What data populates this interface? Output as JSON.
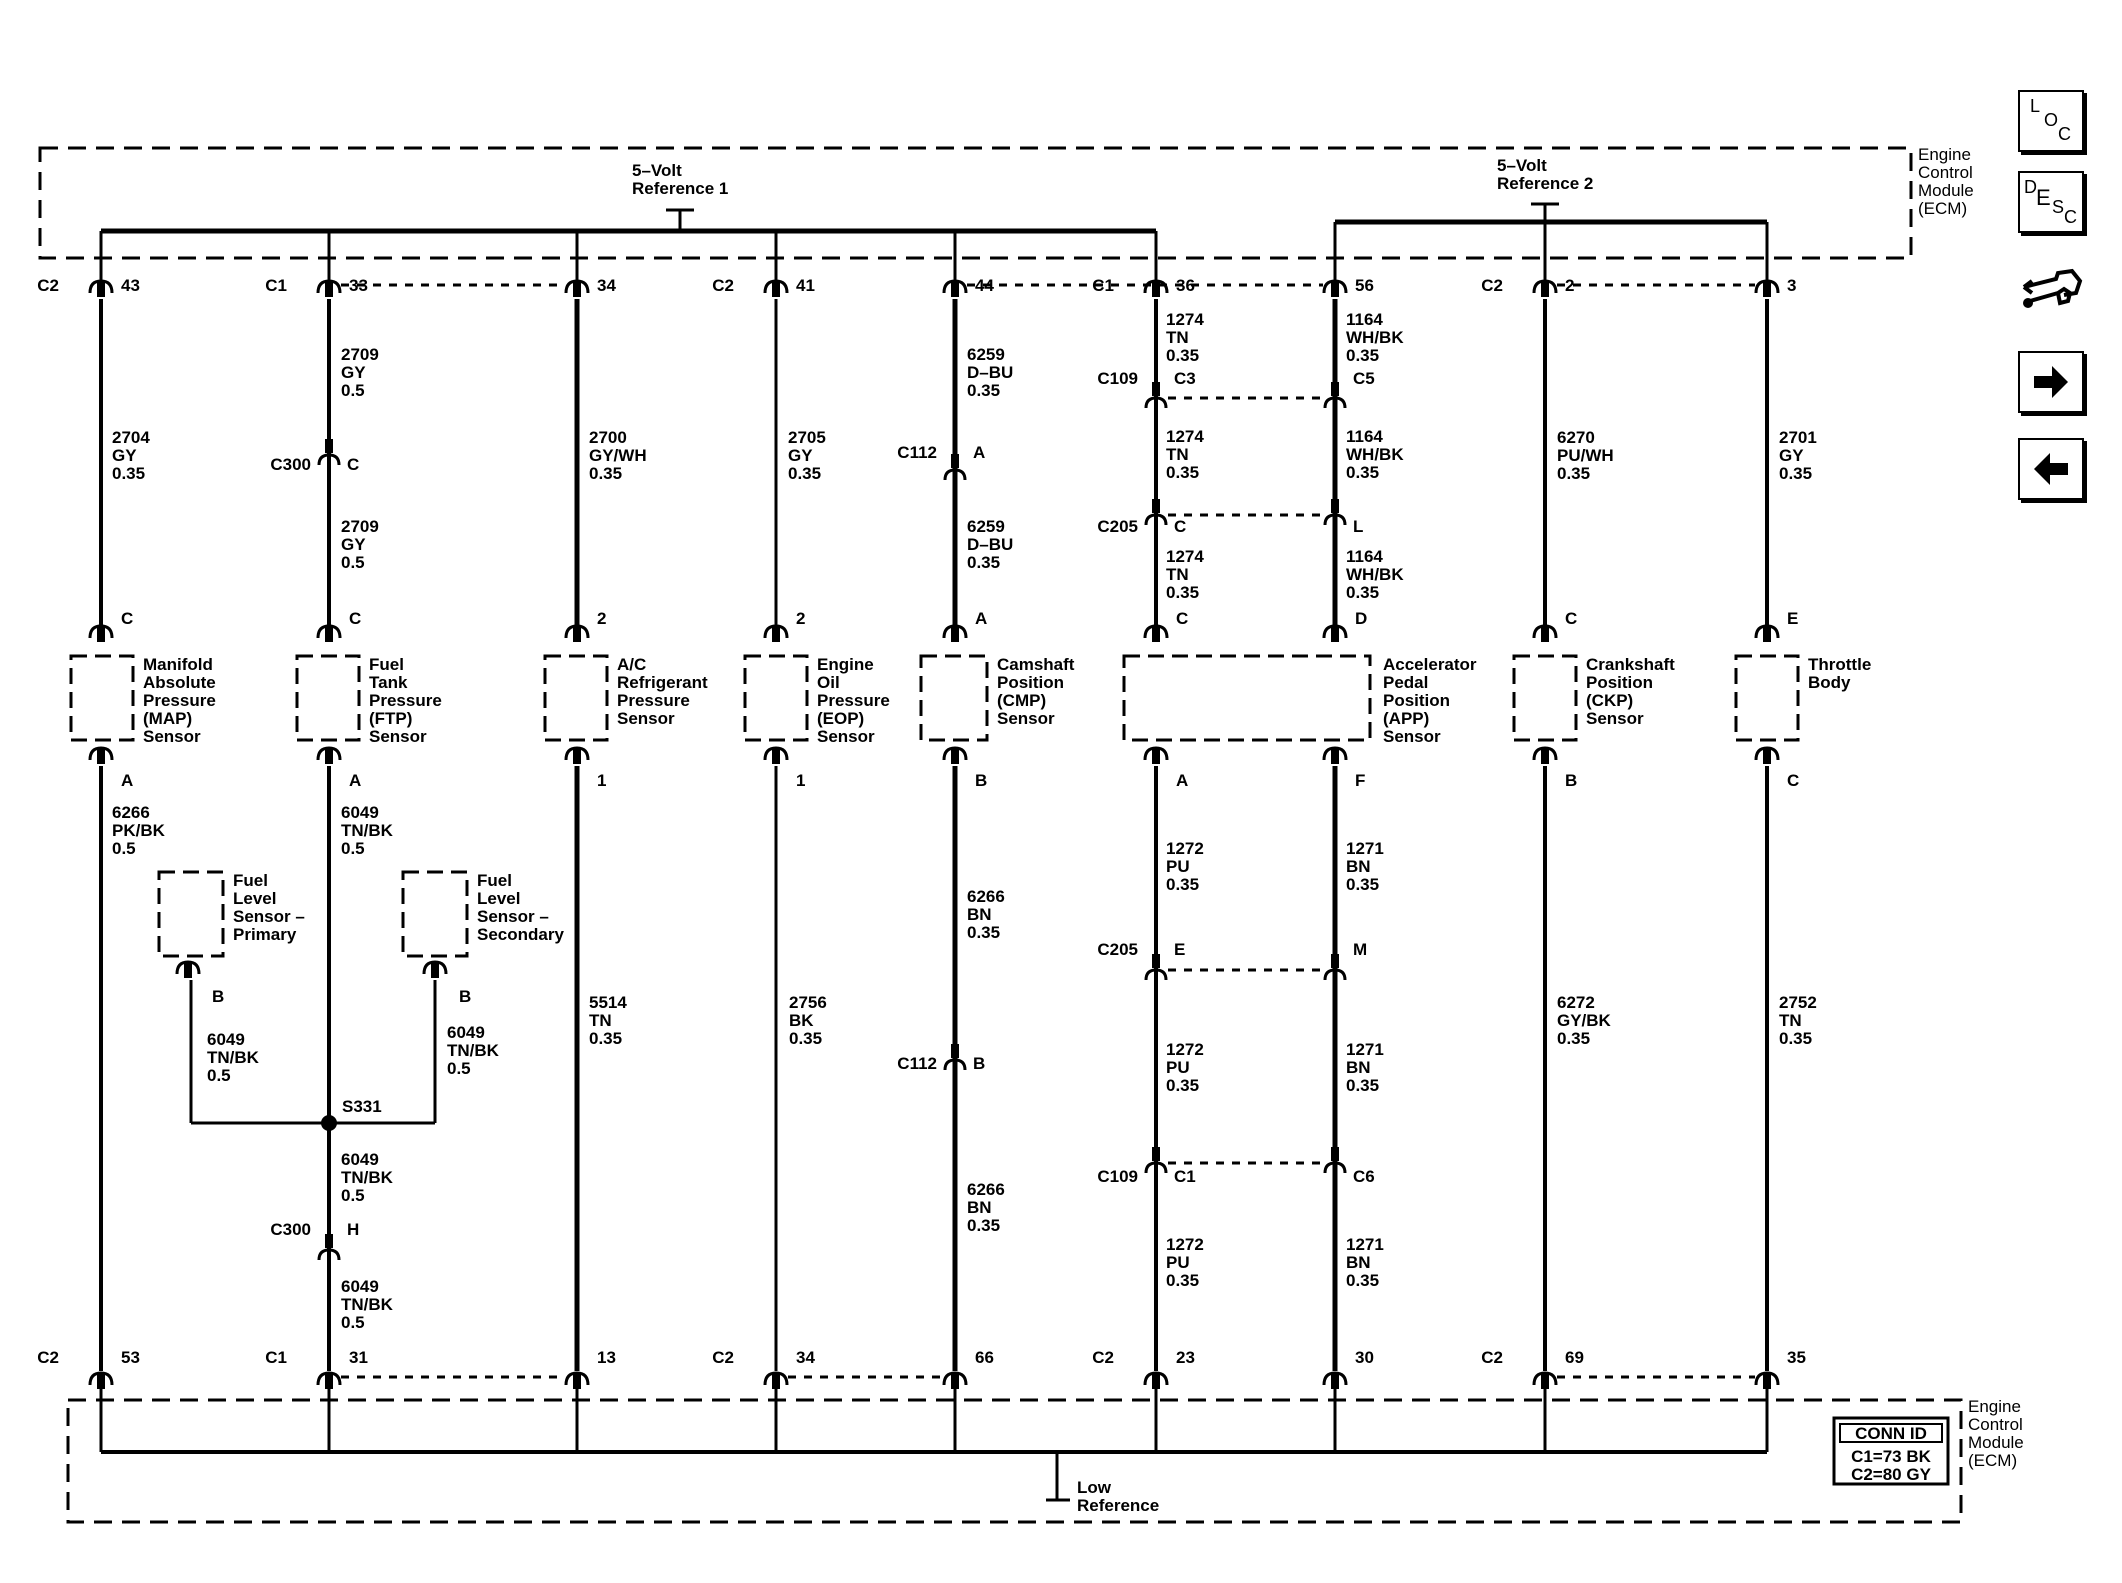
{
  "ecm_label": [
    "Engine",
    "Control",
    "Module",
    "(ECM)"
  ],
  "ref1_label": [
    "5–Volt",
    "Reference 1"
  ],
  "ref2_label": [
    "5–Volt",
    "Reference 2"
  ],
  "low_ref_label": [
    "Low",
    "Reference"
  ],
  "conn_id": {
    "title": "CONN ID",
    "c1": "C1=73 BK",
    "c2": "C2=80 GY"
  },
  "nav": {
    "loc_letters": [
      "L",
      "O",
      "C"
    ],
    "desc_letters": [
      "D",
      "E",
      "S",
      "C"
    ],
    "schematic_icon": "harness-wrench-icon",
    "next_icon": "arrow-right-icon",
    "prev_icon": "arrow-left-icon"
  },
  "top_pins": [
    {
      "conn": "C2",
      "pin": "43"
    },
    {
      "conn": "C1",
      "pin": "33"
    },
    {
      "conn": "",
      "pin": "34"
    },
    {
      "conn": "C2",
      "pin": "41"
    },
    {
      "conn": "",
      "pin": "44"
    },
    {
      "conn": "C1",
      "pin": "36"
    },
    {
      "conn": "",
      "pin": "56"
    },
    {
      "conn": "C2",
      "pin": "2"
    },
    {
      "conn": "",
      "pin": "3"
    }
  ],
  "bottom_pins": [
    {
      "conn": "C2",
      "pin": "53"
    },
    {
      "conn": "C1",
      "pin": "31"
    },
    {
      "conn": "",
      "pin": "13"
    },
    {
      "conn": "C2",
      "pin": "34"
    },
    {
      "conn": "",
      "pin": "66"
    },
    {
      "conn": "C2",
      "pin": "23"
    },
    {
      "conn": "",
      "pin": "30"
    },
    {
      "conn": "C2",
      "pin": "69"
    },
    {
      "conn": "",
      "pin": "35"
    }
  ],
  "wires": [
    [
      "2704",
      "GY",
      "0.35"
    ],
    [
      "2709",
      "GY",
      "0.5"
    ],
    [
      "2709",
      "GY",
      "0.5"
    ],
    [
      "2700",
      "GY/WH",
      "0.35"
    ],
    [
      "2705",
      "GY",
      "0.35"
    ],
    [
      "6259",
      "D–BU",
      "0.35"
    ],
    [
      "6259",
      "D–BU",
      "0.35"
    ],
    [
      "1274",
      "TN",
      "0.35"
    ],
    [
      "1274",
      "TN",
      "0.35"
    ],
    [
      "1274",
      "TN",
      "0.35"
    ],
    [
      "1164",
      "WH/BK",
      "0.35"
    ],
    [
      "1164",
      "WH/BK",
      "0.35"
    ],
    [
      "1164",
      "WH/BK",
      "0.35"
    ],
    [
      "6270",
      "PU/WH",
      "0.35"
    ],
    [
      "2701",
      "GY",
      "0.35"
    ],
    [
      "6266",
      "PK/BK",
      "0.5"
    ],
    [
      "6049",
      "TN/BK",
      "0.5"
    ],
    [
      "6049",
      "TN/BK",
      "0.5"
    ],
    [
      "6049",
      "TN/BK",
      "0.5"
    ],
    [
      "6049",
      "TN/BK",
      "0.5"
    ],
    [
      "6049",
      "TN/BK",
      "0.5"
    ],
    [
      "5514",
      "TN",
      "0.35"
    ],
    [
      "2756",
      "BK",
      "0.35"
    ],
    [
      "6266",
      "BN",
      "0.35"
    ],
    [
      "6266",
      "BN",
      "0.35"
    ],
    [
      "1272",
      "PU",
      "0.35"
    ],
    [
      "1272",
      "PU",
      "0.35"
    ],
    [
      "1272",
      "PU",
      "0.35"
    ],
    [
      "1271",
      "BN",
      "0.35"
    ],
    [
      "1271",
      "BN",
      "0.35"
    ],
    [
      "1271",
      "BN",
      "0.35"
    ],
    [
      "6272",
      "GY/BK",
      "0.35"
    ],
    [
      "2752",
      "TN",
      "0.35"
    ]
  ],
  "inline_connectors": [
    {
      "conn": "C300",
      "pin": "C"
    },
    {
      "conn": "C112",
      "pin": "A"
    },
    {
      "conn": "C109",
      "pin": "C3"
    },
    {
      "conn": "",
      "pin": "C5"
    },
    {
      "conn": "C205",
      "pin": "C"
    },
    {
      "conn": "",
      "pin": "L"
    },
    {
      "conn": "C205",
      "pin": "E"
    },
    {
      "conn": "",
      "pin": "M"
    },
    {
      "conn": "C112",
      "pin": "B"
    },
    {
      "conn": "C109",
      "pin": "C1"
    },
    {
      "conn": "",
      "pin": "C6"
    },
    {
      "conn": "C300",
      "pin": "H"
    }
  ],
  "splice": "S331",
  "sensors": [
    {
      "name": [
        "Manifold",
        "Absolute",
        "Pressure",
        "(MAP)",
        "Sensor"
      ],
      "pin_top": "C",
      "pin_bottom": "A"
    },
    {
      "name": [
        "Fuel",
        "Tank",
        "Pressure",
        "(FTP)",
        "Sensor"
      ],
      "pin_top": "C",
      "pin_bottom": "A"
    },
    {
      "name": [
        "A/C",
        "Refrigerant",
        "Pressure",
        "Sensor"
      ],
      "pin_top": "2",
      "pin_bottom": "1"
    },
    {
      "name": [
        "Engine",
        "Oil",
        "Pressure",
        "(EOP)",
        "Sensor"
      ],
      "pin_top": "2",
      "pin_bottom": "1"
    },
    {
      "name": [
        "Camshaft",
        "Position",
        "(CMP)",
        "Sensor"
      ],
      "pin_top": "A",
      "pin_bottom": "B"
    },
    {
      "name": [
        "Accelerator",
        "Pedal",
        "Position",
        "(APP)",
        "Sensor"
      ],
      "pin_top": "C",
      "pin_top_2": "D",
      "pin_bottom": "A",
      "pin_bottom_2": "F"
    },
    {
      "name": [
        "Crankshaft",
        "Position",
        "(CKP)",
        "Sensor"
      ],
      "pin_top": "C",
      "pin_bottom": "B"
    },
    {
      "name": [
        "Throttle",
        "Body"
      ],
      "pin_top": "E",
      "pin_bottom": "C"
    }
  ],
  "fuel_level_sensors": [
    {
      "name": [
        "Fuel",
        "Level",
        "Sensor –",
        "Primary"
      ],
      "pin": "B"
    },
    {
      "name": [
        "Fuel",
        "Level",
        "Sensor –",
        "Secondary"
      ],
      "pin": "B"
    }
  ]
}
